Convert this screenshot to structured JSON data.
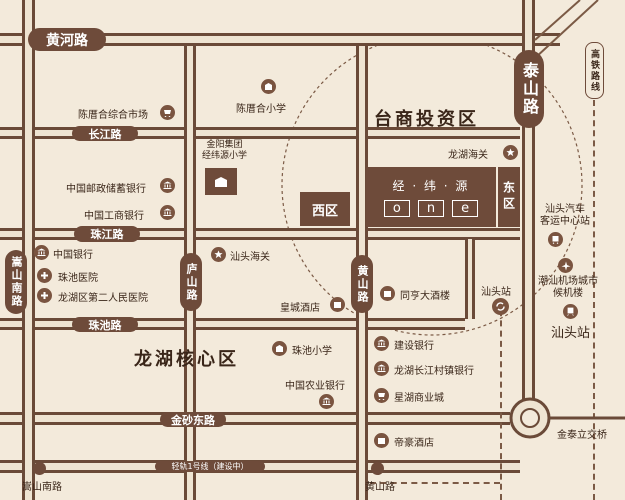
{
  "roads": {
    "huanghe": "黄河路",
    "changjiang": "长江路",
    "zhujiang": "珠江路",
    "zhuchi": "珠池路",
    "jinsha_east": "金砂东路",
    "taishan": "泰山路",
    "songshan_south": "嵩山南路",
    "lushan": "庐山路",
    "huangshan": "黄山路",
    "high_speed_rail": "高铁路线",
    "light_rail": "轻轨1号线（建设中）",
    "songshan_south_bottom": "嵩山南路",
    "huangshan_bottom": "黄山路"
  },
  "zones": {
    "taishang": "台商投资区",
    "longhu_core": "龙湖核心区",
    "west": "西区",
    "east": "东区"
  },
  "project": {
    "name": "经 · 纬 · 源",
    "logo_letters": [
      "o",
      "n",
      "e"
    ]
  },
  "pois": {
    "chenmei_market": "陈厝合综合市场",
    "chenmei_school": "陈厝合小学",
    "jinyang_school": "金阳集团\n经纬源小学",
    "postal_bank": "中国邮政储蓄银行",
    "icbc": "中国工商银行",
    "boc": "中国银行",
    "zhuchi_hospital": "珠池医院",
    "longhu_hospital": "龙湖区第二人民医院",
    "shantou_customs": "汕头海关",
    "longhu_customs": "龙湖海关",
    "huangcheng_hotel": "皇城酒店",
    "tongheng_hotel": "同亨大酒楼",
    "shantou_station": "汕头站",
    "zhuchi_school": "珠池小学",
    "construction_bank": "建设银行",
    "changcun_bank": "龙湖长江村镇银行",
    "xinghu_mall": "星湖商业城",
    "agri_bank": "中国农业银行",
    "dihao_hotel": "帝豪酒店",
    "bus_station": "汕头汽车\n客运中心站",
    "airport": "潮汕机场城市\n候机楼",
    "shantou_station_right": "汕头站",
    "jintai_interchange": "金泰立交桥"
  }
}
